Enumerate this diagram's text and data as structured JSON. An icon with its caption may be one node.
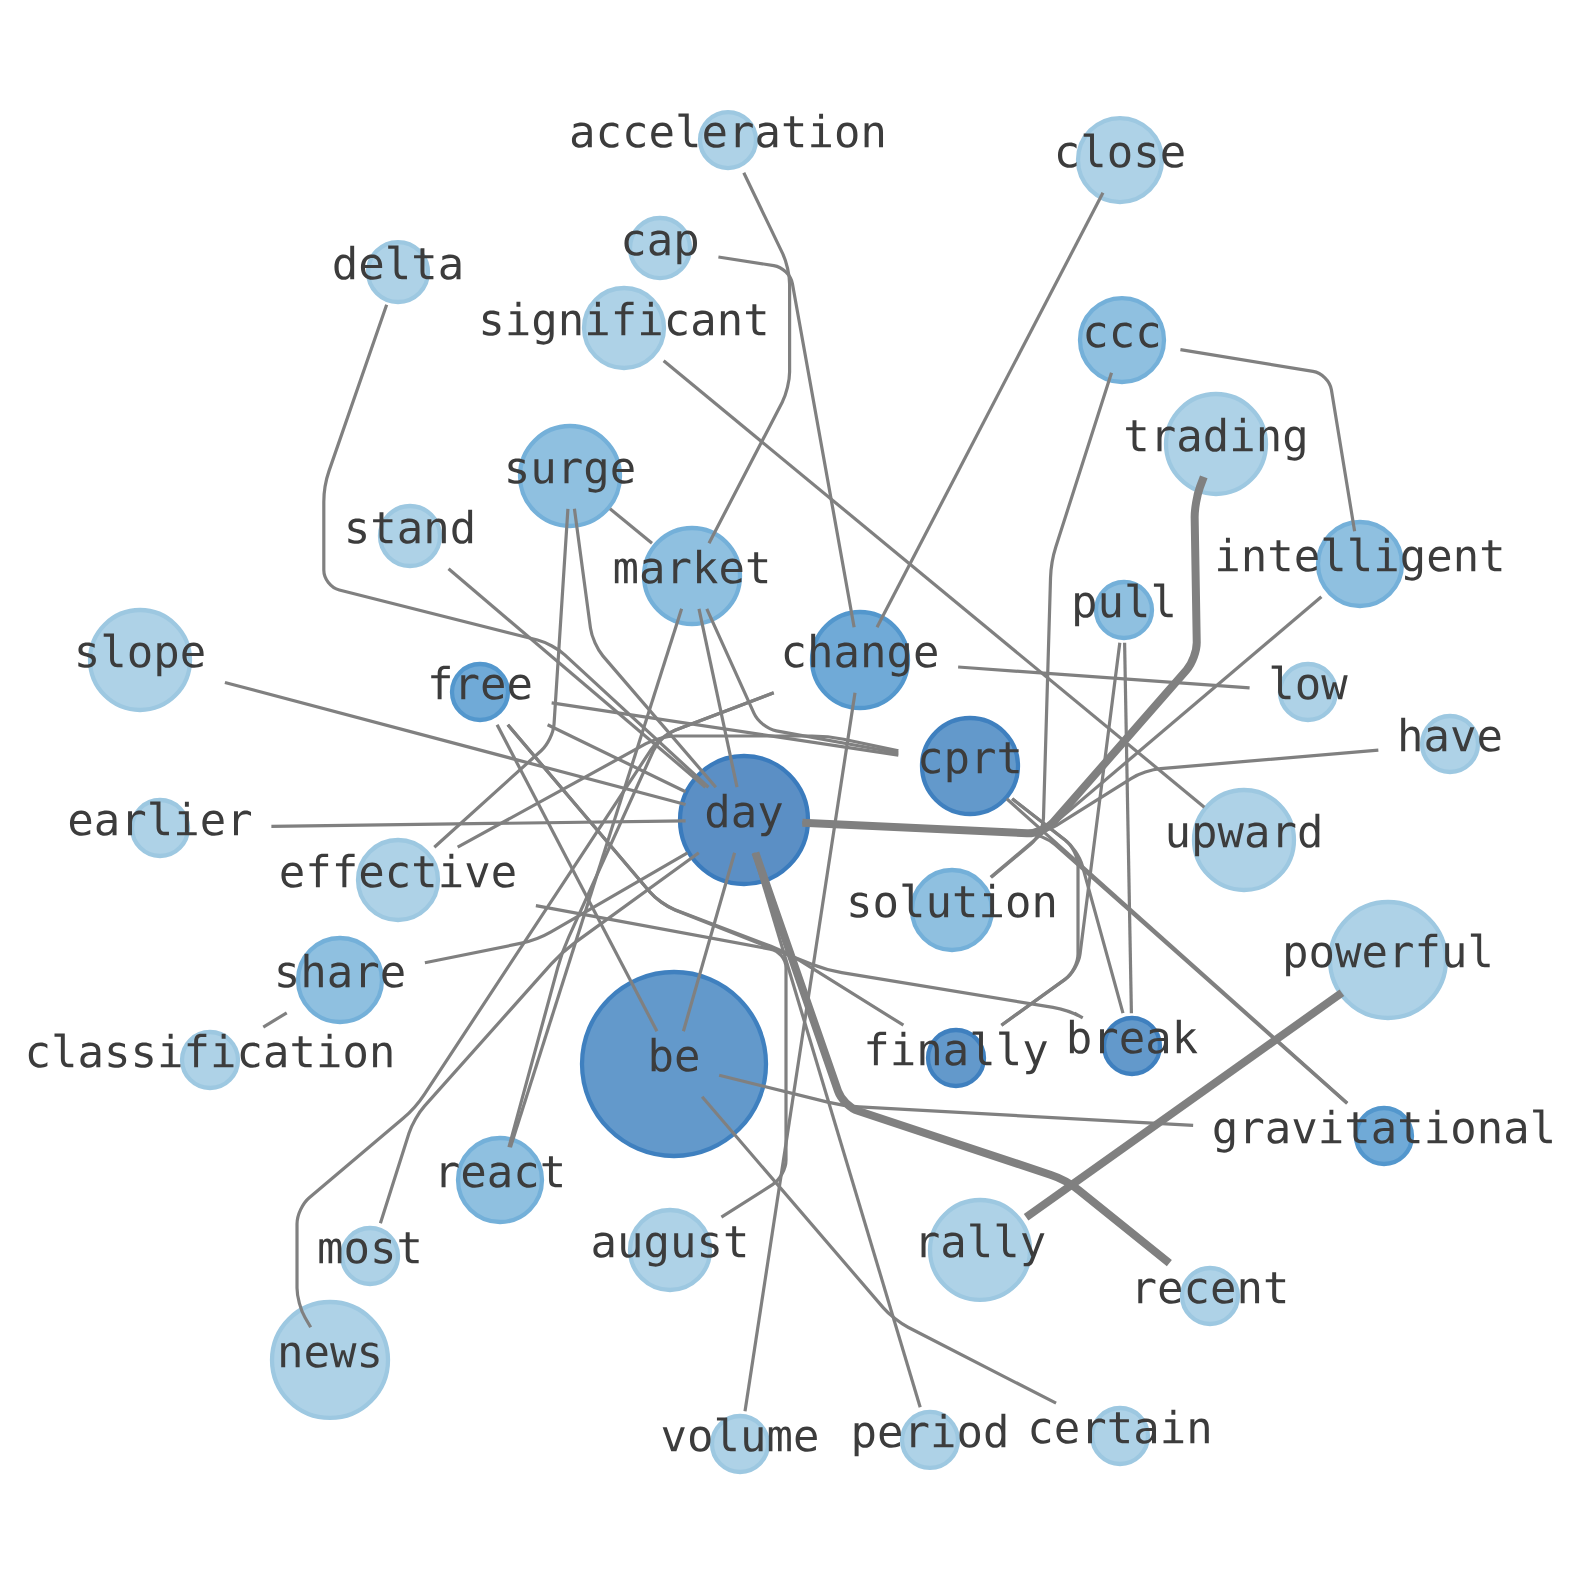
{
  "diagram": {
    "nodes": [
      {
        "text": [
          "acceleration"
        ]
      },
      {
        "text": [
          "close"
        ]
      },
      {
        "text": [
          "cap"
        ]
      },
      {
        "text": [
          "delta"
        ]
      },
      {
        "text": [
          "significant"
        ]
      },
      {
        "text": [
          "ccc"
        ]
      },
      {
        "text": [
          "trading"
        ]
      },
      {
        "text": [
          "surge"
        ]
      },
      {
        "text": [
          "stand"
        ]
      },
      {
        "text": [
          "intelligent"
        ]
      },
      {
        "text": [
          "pull"
        ]
      },
      {
        "text": [
          "market"
        ]
      },
      {
        "text": [
          "change"
        ]
      },
      {
        "text": [
          "slope"
        ]
      },
      {
        "text": [
          "low"
        ]
      },
      {
        "text": [
          "free"
        ]
      },
      {
        "text": [
          "have"
        ]
      },
      {
        "text": [
          "cprt"
        ]
      },
      {
        "text": [
          "upward"
        ]
      },
      {
        "text": [
          "day"
        ]
      },
      {
        "text": [
          "earlier"
        ]
      },
      {
        "text": [
          "solution"
        ]
      },
      {
        "text": [
          "effective"
        ]
      },
      {
        "text": [
          "share"
        ]
      },
      {
        "text": [
          "powerful"
        ]
      },
      {
        "text": [
          "be"
        ]
      },
      {
        "text": [
          "classification"
        ]
      },
      {
        "text": [
          "finally"
        ]
      },
      {
        "text": [
          "break"
        ]
      },
      {
        "text": [
          "gravitational"
        ]
      },
      {
        "text": [
          "react"
        ]
      },
      {
        "text": [
          "august"
        ]
      },
      {
        "text": [
          "most"
        ]
      },
      {
        "text": [
          "rally"
        ]
      },
      {
        "text": [
          "recent"
        ]
      },
      {
        "text": [
          "news"
        ]
      },
      {
        "text": [
          "volume"
        ]
      },
      {
        "text": [
          "period"
        ]
      },
      {
        "text": [
          "certain"
        ]
      }
    ],
    "edges": [
      {
        "from": 0,
        "to": 11,
        "arrow": "none"
      },
      {
        "from": 1,
        "to": 12,
        "arrow": "none"
      },
      {
        "from": 2,
        "to": 12,
        "arrow": "none"
      },
      {
        "from": 3,
        "to": 19,
        "arrow": "none"
      },
      {
        "from": 4,
        "to": 18,
        "arrow": "none"
      },
      {
        "from": 5,
        "to": 9,
        "arrow": "none"
      },
      {
        "from": 5,
        "to": 21,
        "arrow": "none"
      },
      {
        "from": 6,
        "to": 19,
        "arrow": "none",
        "style": "thick"
      },
      {
        "from": 7,
        "to": 11,
        "arrow": "none"
      },
      {
        "from": 7,
        "to": 22,
        "arrow": "none"
      },
      {
        "from": 7,
        "to": 19,
        "arrow": "none"
      },
      {
        "from": 8,
        "to": 19,
        "arrow": "none"
      },
      {
        "from": 9,
        "to": 21,
        "arrow": "none"
      },
      {
        "from": 10,
        "to": 27,
        "arrow": "none"
      },
      {
        "from": 10,
        "to": 28,
        "arrow": "none"
      },
      {
        "from": 11,
        "to": 19,
        "arrow": "none"
      },
      {
        "from": 11,
        "to": 17,
        "arrow": "none"
      },
      {
        "from": 11,
        "to": 30,
        "arrow": "none"
      },
      {
        "from": 12,
        "to": 14,
        "arrow": "none"
      },
      {
        "from": 12,
        "to": 36,
        "arrow": "none"
      },
      {
        "from": 12,
        "to": 30,
        "arrow": "none"
      },
      {
        "from": 12,
        "to": 35,
        "arrow": "none"
      },
      {
        "from": 13,
        "to": 19,
        "arrow": "none"
      },
      {
        "from": 15,
        "to": 19,
        "arrow": "none"
      },
      {
        "from": 15,
        "to": 17,
        "arrow": "none"
      },
      {
        "from": 15,
        "to": 27,
        "arrow": "none"
      },
      {
        "from": 15,
        "to": 28,
        "arrow": "none"
      },
      {
        "from": 15,
        "to": 25,
        "arrow": "none"
      },
      {
        "from": 16,
        "to": 19,
        "arrow": "none"
      },
      {
        "from": 17,
        "to": 27,
        "arrow": "none"
      },
      {
        "from": 17,
        "to": 28,
        "arrow": "none"
      },
      {
        "from": 17,
        "to": 29,
        "arrow": "none"
      },
      {
        "from": 19,
        "to": 20,
        "arrow": "none"
      },
      {
        "from": 19,
        "to": 23,
        "arrow": "none"
      },
      {
        "from": 19,
        "to": 34,
        "arrow": "none",
        "style": "thick"
      },
      {
        "from": 19,
        "to": 32,
        "arrow": "none"
      },
      {
        "from": 19,
        "to": 29,
        "arrow": "none"
      },
      {
        "from": 19,
        "to": 25,
        "arrow": "none"
      },
      {
        "from": 19,
        "to": 37,
        "arrow": "none"
      },
      {
        "from": 22,
        "to": 31,
        "arrow": "none"
      },
      {
        "from": 22,
        "to": 17,
        "arrow": "none"
      },
      {
        "from": 23,
        "to": 26,
        "arrow": "none"
      },
      {
        "from": 24,
        "to": 33,
        "arrow": "none",
        "style": "thick"
      },
      {
        "from": 25,
        "to": 29,
        "arrow": "none"
      },
      {
        "from": 25,
        "to": 38,
        "arrow": "none"
      }
    ]
  }
}
